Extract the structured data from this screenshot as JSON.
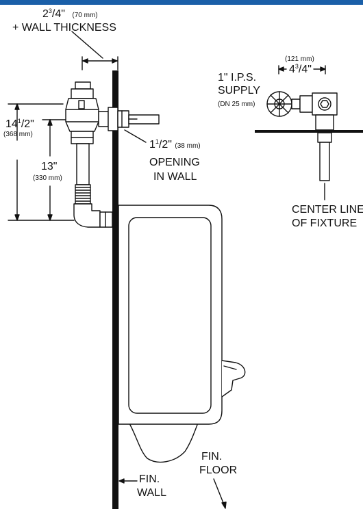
{
  "labels": {
    "dim_top_num": "2",
    "dim_top_sup": "3",
    "dim_top_den": "/4\"",
    "dim_top_mm": "(70 mm)",
    "dim_top_line2": "+ WALL THICKNESS",
    "dim_145_num": "14",
    "dim_145_sup": "1",
    "dim_145_den": "/2\"",
    "dim_145_mm": "(368 mm)",
    "dim_13": "13\"",
    "dim_13_mm": "(330 mm)",
    "opening_num": "1",
    "opening_sup": "1",
    "opening_den": "/2",
    "opening_in": "\"",
    "opening_mm": "(38 mm)",
    "opening_line2": "OPENING",
    "opening_line3": "IN WALL",
    "supply_mm": "(121 mm)",
    "supply_dim_num": "4",
    "supply_dim_sup": "3",
    "supply_dim_den": "/4\"",
    "supply_line1": "1\"  I.P.S.",
    "supply_line2": "SUPPLY",
    "supply_line3": "(DN 25 mm)",
    "centerline_1": "CENTER LINE",
    "centerline_2": "OF  FIXTURE",
    "fin_floor_1": "FIN.",
    "fin_floor_2": "FLOOR",
    "fin_wall_1": "FIN.",
    "fin_wall_2": "WALL"
  },
  "colors": {
    "header_bar": "#1a5fa8",
    "line": "#111111"
  }
}
